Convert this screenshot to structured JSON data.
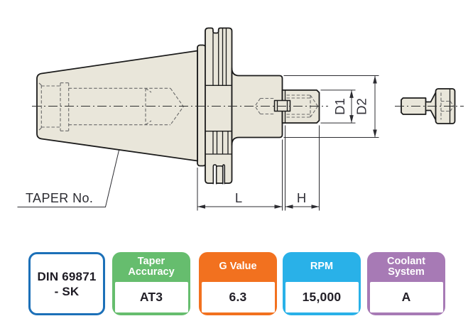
{
  "drawing": {
    "labels": {
      "taper_no": "TAPER No.",
      "length": "L",
      "height": "H",
      "d1": "D1",
      "d2": "D2"
    },
    "colors": {
      "part_fill": "#e9e6da",
      "outline": "#1b1b1b",
      "hidden_line": "#6a6a6a",
      "dimension": "#2c2c31"
    }
  },
  "badges": [
    {
      "label": "",
      "value": "DIN 69871\n- SK",
      "color": "#1c70b8",
      "style": "outline"
    },
    {
      "label": "Taper\nAccuracy",
      "value": "AT3",
      "color": "#66bd6e",
      "style": "filled"
    },
    {
      "label": "G Value",
      "value": "6.3",
      "color": "#f2711f",
      "style": "filled"
    },
    {
      "label": "RPM",
      "value": "15,000",
      "color": "#29b1e8",
      "style": "filled"
    },
    {
      "label": "Coolant\nSystem",
      "value": "A",
      "color": "#a77ab5",
      "style": "filled"
    }
  ]
}
